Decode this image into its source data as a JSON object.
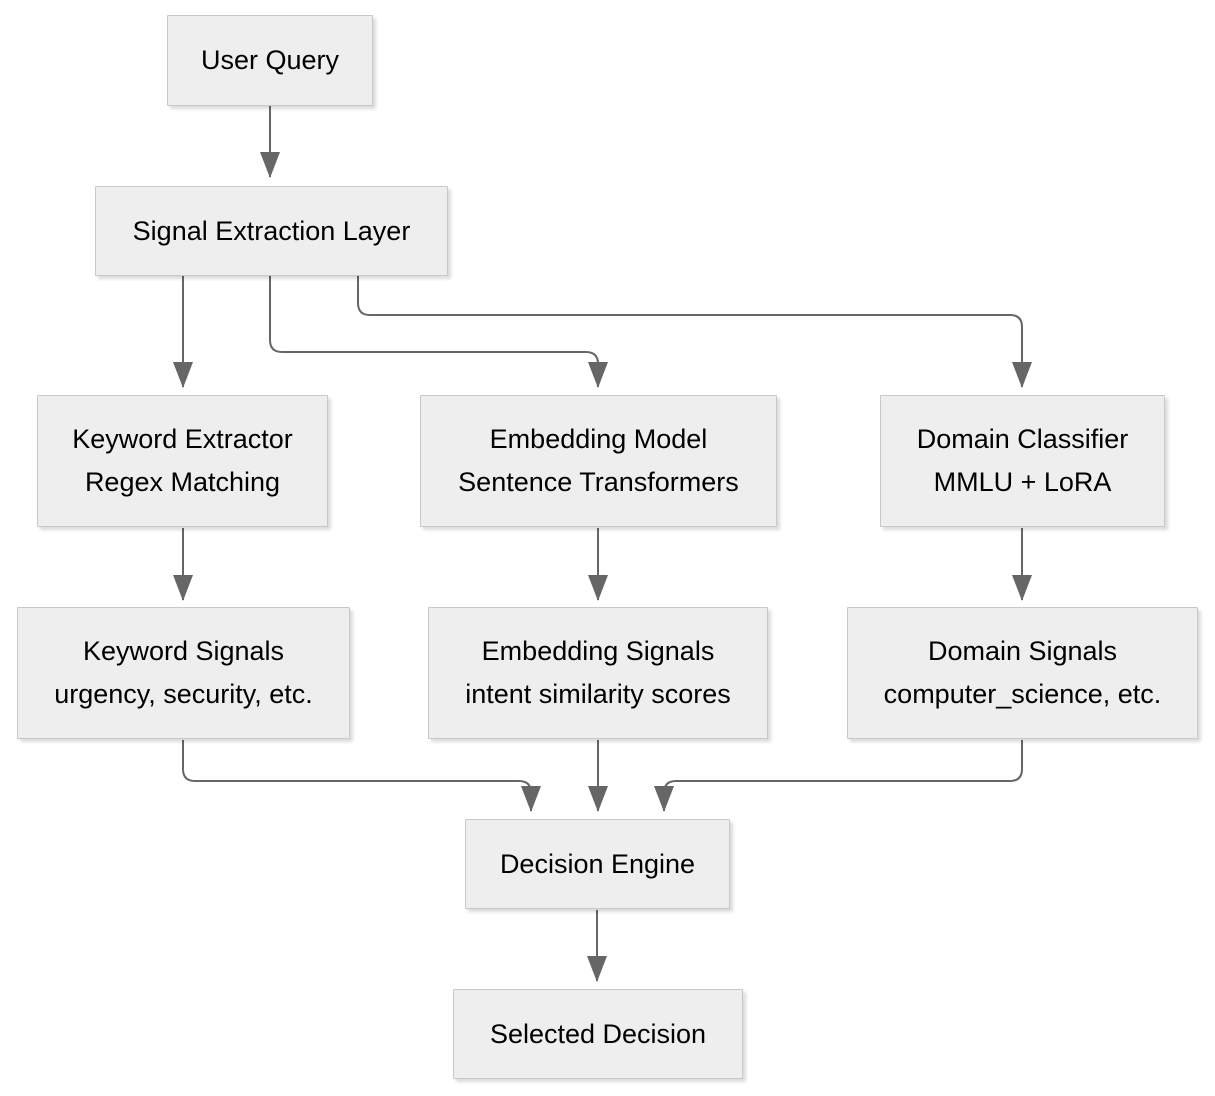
{
  "nodes": {
    "user_query": {
      "label": "User Query"
    },
    "signal_extraction": {
      "label": "Signal Extraction Layer"
    },
    "keyword_extractor": {
      "label": "Keyword Extractor",
      "sublabel": "Regex Matching"
    },
    "embedding_model": {
      "label": "Embedding Model",
      "sublabel": "Sentence Transformers"
    },
    "domain_classifier": {
      "label": "Domain Classifier",
      "sublabel": "MMLU + LoRA"
    },
    "keyword_signals": {
      "label": "Keyword Signals",
      "sublabel": "urgency, security, etc."
    },
    "embedding_signals": {
      "label": "Embedding Signals",
      "sublabel": "intent similarity scores"
    },
    "domain_signals": {
      "label": "Domain Signals",
      "sublabel": "computer_science, etc."
    },
    "decision_engine": {
      "label": "Decision Engine"
    },
    "selected_decision": {
      "label": "Selected Decision"
    }
  },
  "edges": [
    {
      "from": "user_query",
      "to": "signal_extraction"
    },
    {
      "from": "signal_extraction",
      "to": "keyword_extractor"
    },
    {
      "from": "signal_extraction",
      "to": "embedding_model"
    },
    {
      "from": "signal_extraction",
      "to": "domain_classifier"
    },
    {
      "from": "keyword_extractor",
      "to": "keyword_signals"
    },
    {
      "from": "embedding_model",
      "to": "embedding_signals"
    },
    {
      "from": "domain_classifier",
      "to": "domain_signals"
    },
    {
      "from": "keyword_signals",
      "to": "decision_engine"
    },
    {
      "from": "embedding_signals",
      "to": "decision_engine"
    },
    {
      "from": "domain_signals",
      "to": "decision_engine"
    },
    {
      "from": "decision_engine",
      "to": "selected_decision"
    }
  ],
  "colors": {
    "background": "#ffffff",
    "node_fill": "#eeeeee",
    "node_border": "#c8c8c8",
    "edge": "#666666",
    "text": "#000000"
  }
}
